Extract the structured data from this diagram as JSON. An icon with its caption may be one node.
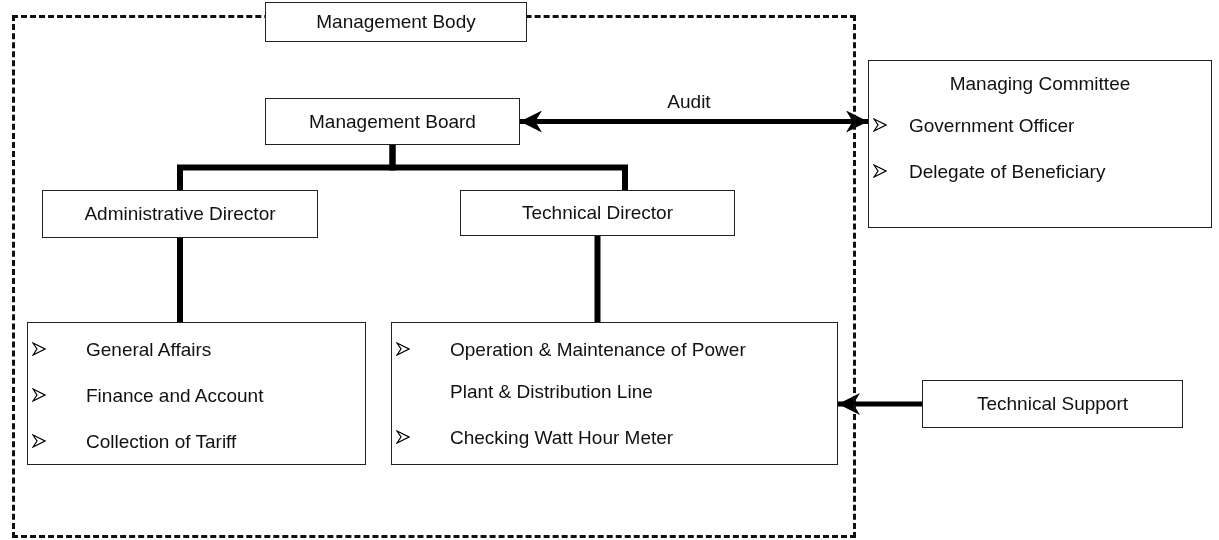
{
  "diagram": {
    "nodes": [
      {
        "text": [
          "Management Body"
        ]
      },
      {
        "text": [],
        "shape": "box"
      },
      {
        "text": [
          "Management Board"
        ],
        "in": 1
      },
      {
        "text": [
          "Administrative Director"
        ],
        "in": 1
      },
      {
        "text": [
          "Technical Director"
        ],
        "in": 1
      },
      {
        "text": [
          "General Affairs",
          "Finance and Account",
          "Collection of Tariff"
        ],
        "in": 1
      },
      {
        "text": [
          "Operation & Maintenance of Power Plant & Distribution Line",
          "Checking Watt Hour Meter"
        ],
        "in": 1
      },
      {
        "text": [
          "Managing Committee",
          "Government Officer",
          "Delegate of Beneficiary"
        ]
      },
      {
        "text": [
          "Technical Support"
        ]
      }
    ],
    "edges": [
      {
        "from": 2,
        "to": 3,
        "arrow": "none"
      },
      {
        "from": 2,
        "to": 4,
        "arrow": "none"
      },
      {
        "from": 3,
        "to": 5,
        "arrow": "none"
      },
      {
        "from": 4,
        "to": 6,
        "arrow": "none"
      },
      {
        "from": 2,
        "to": 7,
        "arrow": "both",
        "label": "Audit"
      },
      {
        "from": 8,
        "to": 6,
        "arrow": "to"
      }
    ]
  }
}
